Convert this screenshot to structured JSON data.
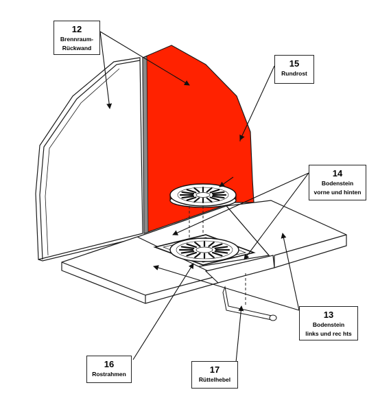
{
  "colors": {
    "back_wall": "#ff2200",
    "outline": "#1a1a1a",
    "fill": "#ffffff"
  },
  "callouts": {
    "c12": {
      "number": "12",
      "label_line1": "Brennraum-",
      "label_line2": "Rückwand"
    },
    "c15": {
      "number": "15",
      "label_line1": "Rundrost"
    },
    "c14": {
      "number": "14",
      "label_line1": "Bodenstein",
      "label_line2": "vorne und hinten"
    },
    "c13": {
      "number": "13",
      "label_line1": "Bodenstein",
      "label_line2": "links und rec hts"
    },
    "c16": {
      "number": "16",
      "label_line1": "Rostrahmen"
    },
    "c17": {
      "number": "17",
      "label_line1": "Rüttelhebel"
    }
  }
}
